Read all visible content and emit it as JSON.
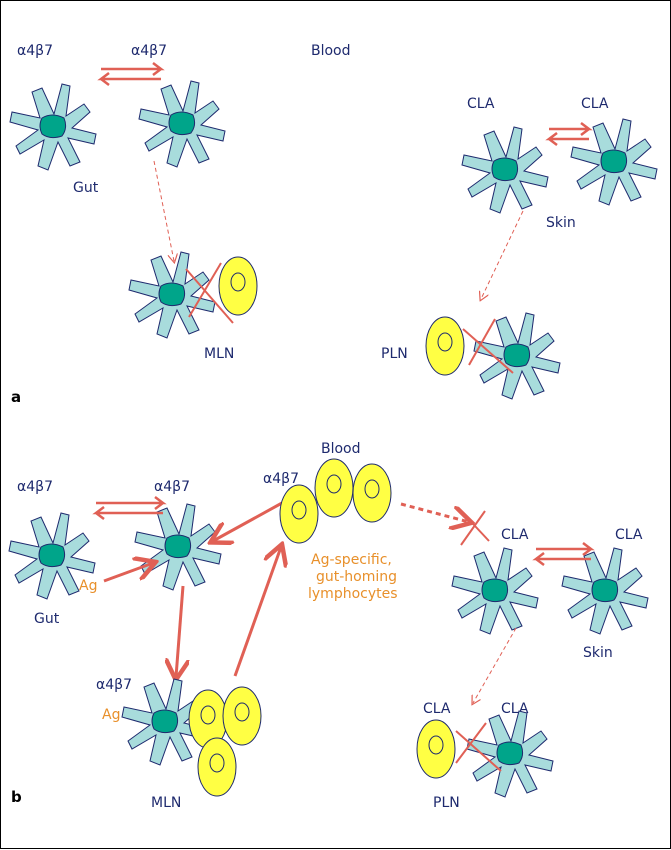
{
  "colors": {
    "cell_body": "#a8dcdc",
    "nucleus": "#00a58a",
    "lymphocyte": "#ffff44",
    "arrow": "#e06055",
    "dark_text": "#1e2a6e",
    "antigen_text": "#e8902b"
  },
  "panel_a": {
    "letter": "a",
    "blood": "Blood",
    "gut": "Gut",
    "skin": "Skin",
    "mln": "MLN",
    "pln": "PLN",
    "integrin_left": "α4β7",
    "integrin_right": "α4β7",
    "cla_left": "CLA",
    "cla_right": "CLA"
  },
  "panel_b": {
    "letter": "b",
    "blood": "Blood",
    "gut": "Gut",
    "skin": "Skin",
    "mln": "MLN",
    "pln": "PLN",
    "integrin_left": "α4β7",
    "integrin_right": "α4β7",
    "integrin_mln": "α4β7",
    "integrin_lymph": "α4β7",
    "cla_cell1": "CLA",
    "cla_cell2": "CLA",
    "cla_pln_left": "CLA",
    "cla_pln_right": "CLA",
    "ag_gut": "Ag",
    "ag_mln": "Ag",
    "lymphocyte_line1": "Ag-specific,",
    "lymphocyte_line2": "gut-homing",
    "lymphocyte_line3": "lymphocytes"
  }
}
